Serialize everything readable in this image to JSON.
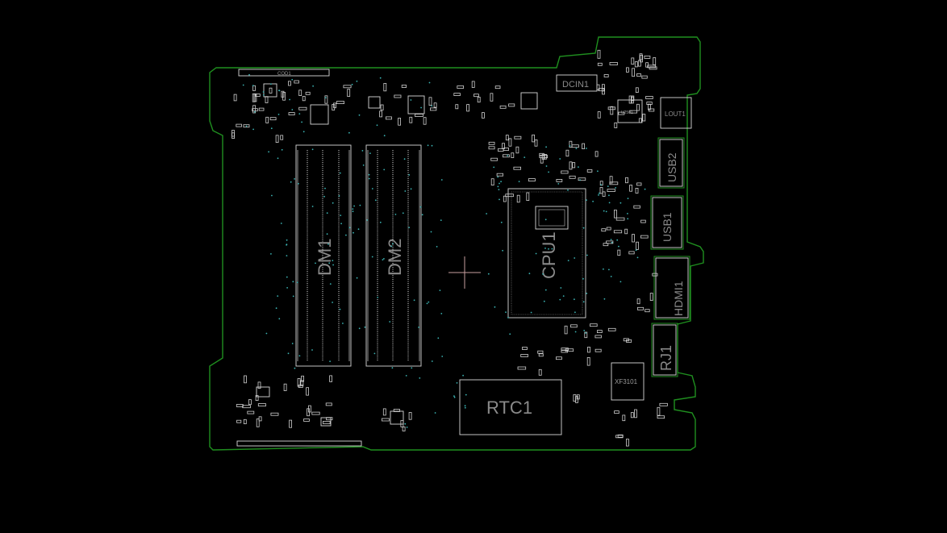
{
  "colors": {
    "background": "#000000",
    "outline": "#1f8f1f",
    "silkscreen": "#d8d8d8",
    "label": "#8a8a8a",
    "via": "#3bb3b3",
    "cursor": "#c9a0a0"
  },
  "labels": {
    "cod": "COD1",
    "dcin": "DCIN1",
    "lout": "LOUT1",
    "usb2": "USB2",
    "usb1": "USB1",
    "hdmi": "HDMI1",
    "rj": "RJ1",
    "xf": "XF3101",
    "dm1": "DM1",
    "dm2": "DM2",
    "cpu": "CPU1",
    "rtc": "RTC1",
    "u": "U2501"
  }
}
